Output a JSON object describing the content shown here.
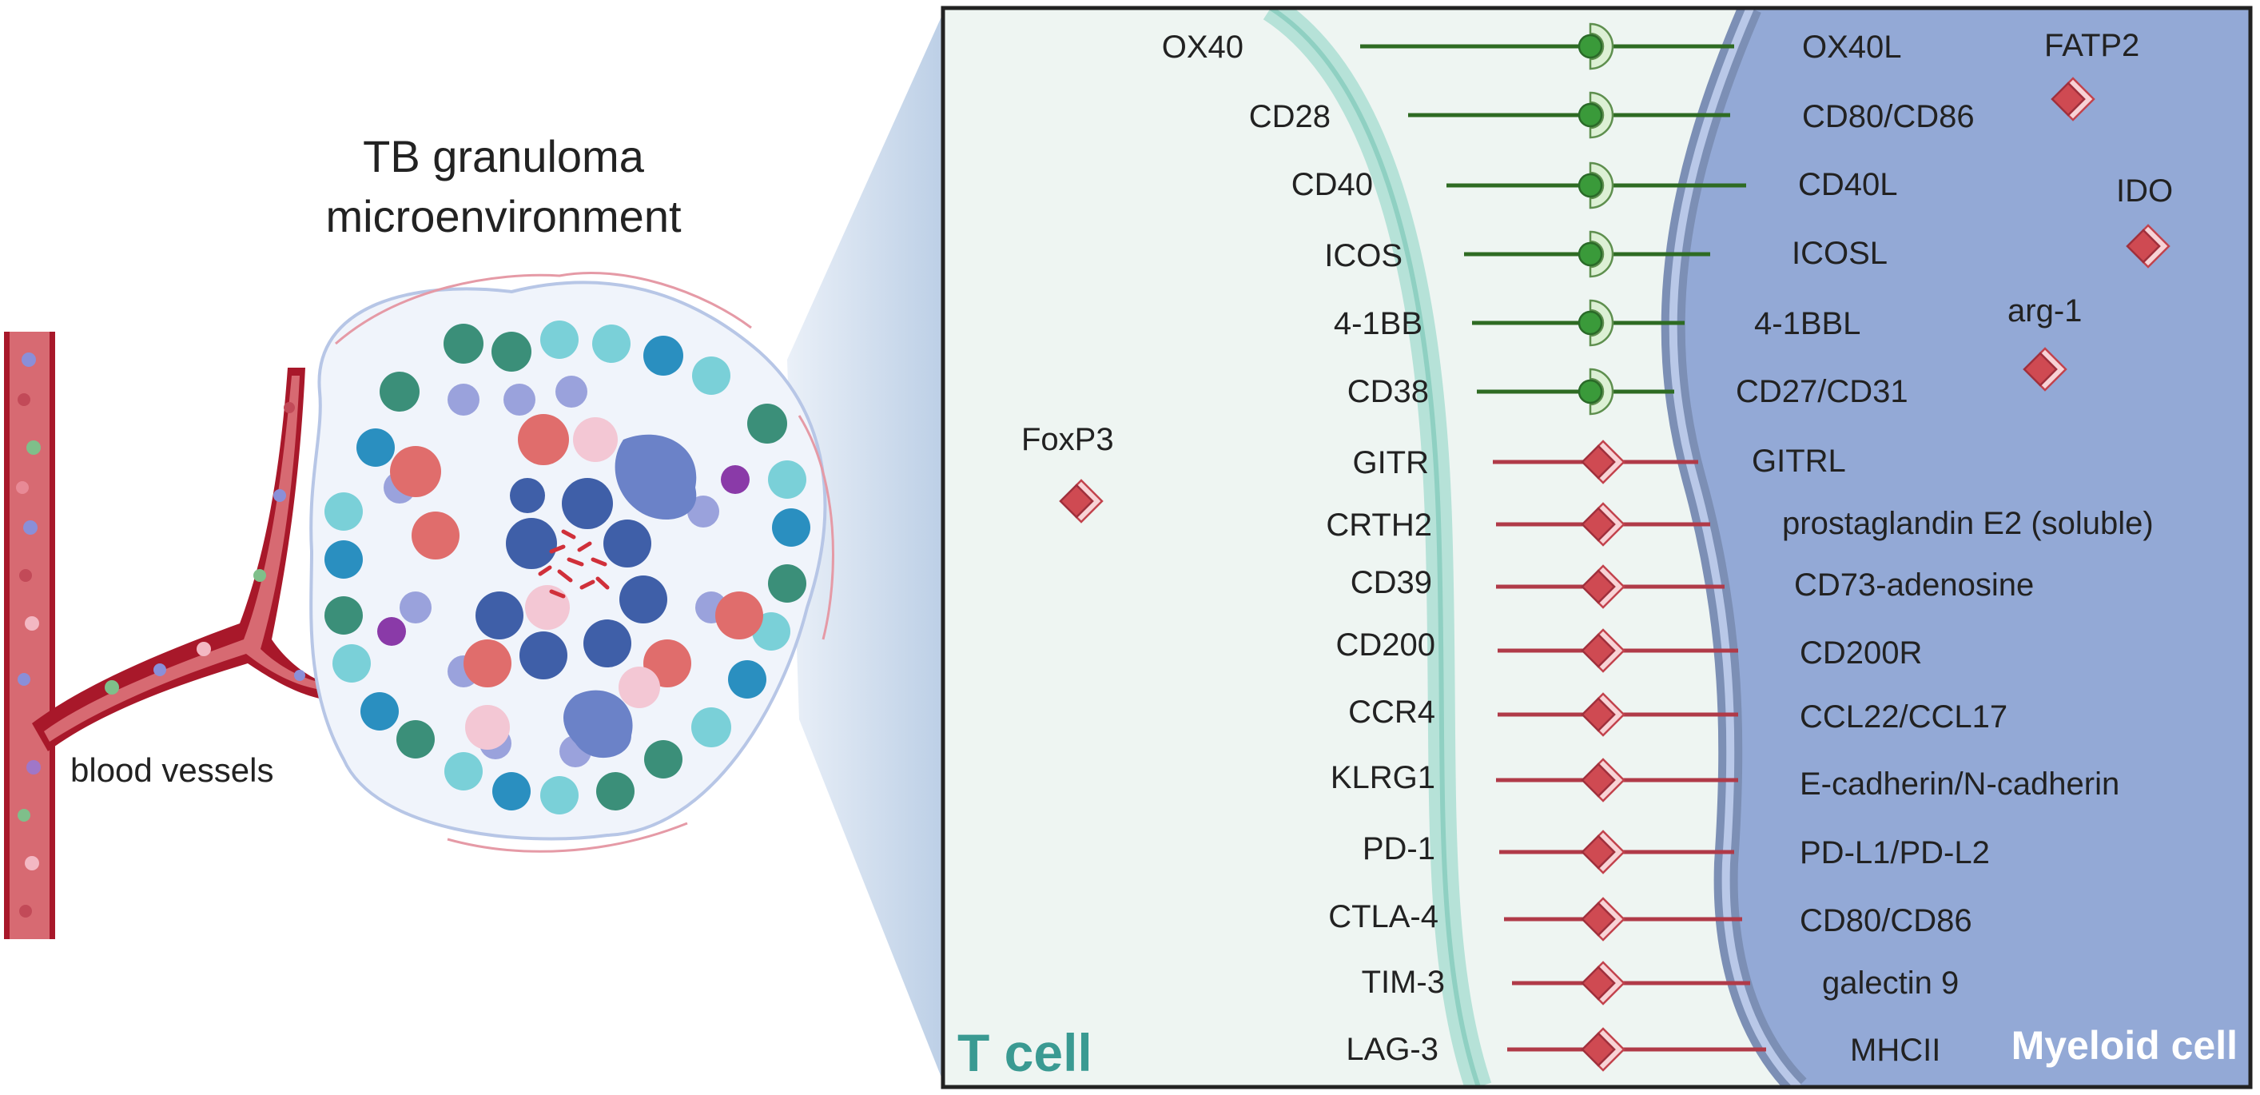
{
  "left_panel": {
    "title_line1": "TB granuloma",
    "title_line2": "microenvironment",
    "vessel_label": "blood vessels"
  },
  "right_panel": {
    "t_cell_label": "T cell",
    "myeloid_cell_label": "Myeloid cell",
    "intracellular_t": "FoxP3",
    "intracellular_myeloid": [
      "FATP2",
      "IDO",
      "arg-1"
    ],
    "stimulatory_pairs": [
      {
        "receptor": "OX40",
        "ligand": "OX40L"
      },
      {
        "receptor": "CD28",
        "ligand": "CD80/CD86"
      },
      {
        "receptor": "CD40",
        "ligand": "CD40L"
      },
      {
        "receptor": "ICOS",
        "ligand": "ICOSL"
      },
      {
        "receptor": "4-1BB",
        "ligand": "4-1BBL"
      },
      {
        "receptor": "CD38",
        "ligand": "CD27/CD31"
      }
    ],
    "inhibitory_pairs": [
      {
        "receptor": "GITR",
        "ligand": "GITRL"
      },
      {
        "receptor": "CRTH2",
        "ligand": "prostaglandin E2 (soluble)"
      },
      {
        "receptor": "CD39",
        "ligand": "CD73-adenosine"
      },
      {
        "receptor": "CD200",
        "ligand": "CD200R"
      },
      {
        "receptor": "CCR4",
        "ligand": "CCL22/CCL17"
      },
      {
        "receptor": "KLRG1",
        "ligand": "E-cadherin/N-cadherin"
      },
      {
        "receptor": "PD-1",
        "ligand": "PD-L1/PD-L2"
      },
      {
        "receptor": "CTLA-4",
        "ligand": "CD80/CD86"
      },
      {
        "receptor": "TIM-3",
        "ligand": "galectin 9"
      },
      {
        "receptor": "LAG-3",
        "ligand": "MHCII"
      }
    ]
  },
  "colors": {
    "t_cell_fill": "#eef5f2",
    "t_cell_membrane": "#b6e2d8",
    "t_cell_label": "#3a9a92",
    "myeloid_fill": "#93a9d6",
    "myeloid_membrane": "#7c8fb5",
    "stimulatory_line": "#2e6b23",
    "stimulatory_node": "#3a9a3a",
    "inhibitory_line": "#b03a48",
    "inhibitory_diamond": "#cf4a52",
    "vessel": "#a8182a"
  }
}
